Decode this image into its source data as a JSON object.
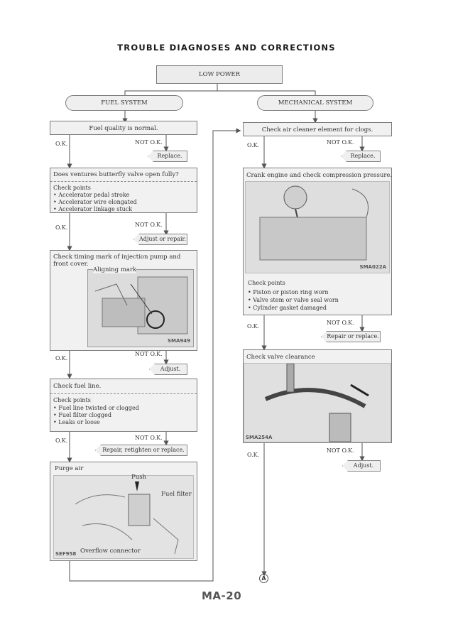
{
  "title": "TROUBLE DIAGNOSES AND CORRECTIONS",
  "top": "LOW POWER",
  "left_header": "FUEL SYSTEM",
  "right_header": "MECHANICAL SYSTEM",
  "left": {
    "fuel_quality": "Fuel quality is normal.",
    "ok": "O.K.",
    "not_ok": "NOT O.K.",
    "replace": "Replace.",
    "venturi_q": "Does ventures butterfly valve open fully?",
    "check_points": "Check points",
    "venturi_points": [
      "• Accelerator pedal stroke",
      "• Accelerator wire elongated",
      "• Accelerator linkage stuck"
    ],
    "adjust_repair": "Adjust or repair.",
    "timing": "Check timing mark of injection pump and front cover.",
    "aligning": "Aligning mark",
    "code1": "SMA949",
    "adjust": "Adjust.",
    "fuel_line": "Check fuel line.",
    "fuel_points": [
      "• Fuel line twisted or clogged",
      "• Fuel filter clogged",
      "• Leaks or loose"
    ],
    "repair_retighten": "Repair, retighten or replace.",
    "purge": "Purge air",
    "push": "Push",
    "fuel_filter": "Fuel filter",
    "overflow": "Overflow connector",
    "code2": "SEF958"
  },
  "right": {
    "air_cleaner": "Check air cleaner element for clogs.",
    "crank": "Crank engine and check compression pressure.",
    "code1": "SMA022A",
    "mech_points": [
      "• Piston or piston ring worn",
      "• Valve stem or valve seal worn",
      "• Cylinder gasket damaged"
    ],
    "repair_replace": "Repair or replace.",
    "valve": "Check valve clearance",
    "code2": "SMA254A",
    "adjust": "Adjust.",
    "connector": "A"
  },
  "footer": "MA-20"
}
